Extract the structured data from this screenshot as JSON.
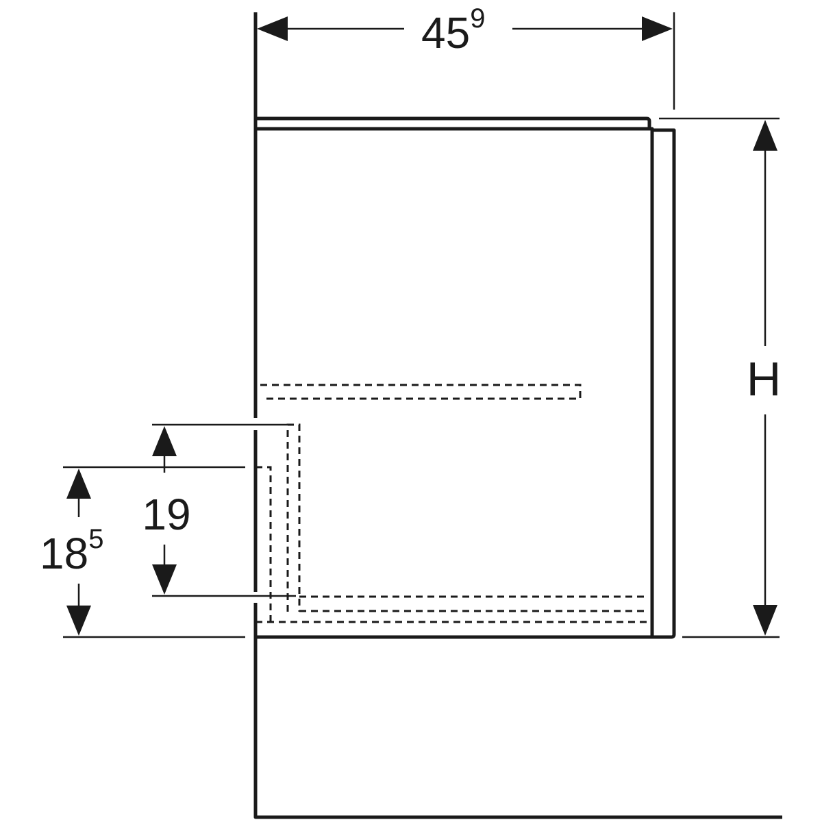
{
  "dimensions": {
    "width": {
      "value": "45",
      "sup": "9"
    },
    "height": {
      "value": "H"
    },
    "siphon_cutout": {
      "value": "19"
    },
    "lower_offset": {
      "value": "18",
      "sup": "5"
    }
  },
  "colors": {
    "line": "#1a1a1a",
    "background": "#ffffff"
  }
}
